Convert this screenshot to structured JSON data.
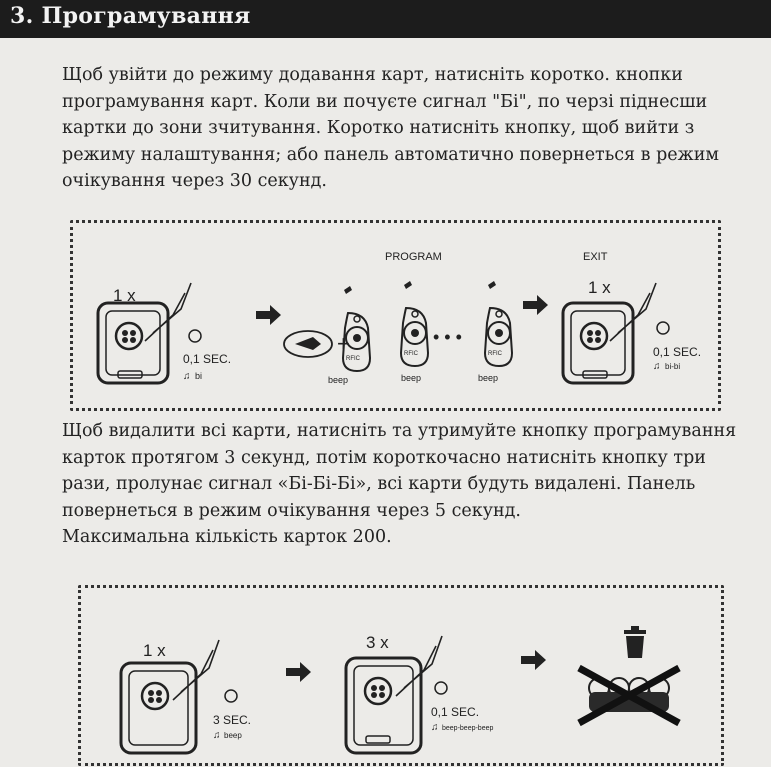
{
  "header": {
    "title": "3. Програмування"
  },
  "section1": {
    "lines": [
      "Щоб увійти до режиму додавання карт, натисніть коротко. кнопки",
      "програмування карт. Коли ви почуєте сигнал \"Бі\", по черзі піднесши",
      "картки до зони зчитування. Коротко натисніть кнопку, щоб вийти з",
      "режиму налаштування; або панель автоматично повернеться в режим",
      "очікування через 30 секунд."
    ]
  },
  "diagram1": {
    "press_count": "1 x",
    "time": "0,1 SEC.",
    "sound": "bi",
    "program_label": "PROGRAM",
    "exit_label": "EXIT",
    "card_label": "RFIC",
    "card_sound": "beep",
    "exit_press_count": "1 x",
    "exit_time": "0,1 SEC.",
    "exit_sound": "bi-bi"
  },
  "section2": {
    "lines": [
      "Щоб видалити всі карти, натисніть та утримуйте кнопку програмування",
      "карток протягом 3 секунд, потім короткочасно натисніть кнопку три",
      "рази, пролунає сигнал «Бі-Бі-Бі», всі карти будуть видалені. Панель",
      "повернеться в режим очікування через 5 секунд.",
      "Максимальна кількість карток 200."
    ]
  },
  "diagram2": {
    "press_count": "1 x",
    "hold_time": "3 SEC.",
    "hold_sound": "beep",
    "triple_count": "3 x",
    "triple_time": "0,1 SEC.",
    "triple_sound": "beep-beep-beep"
  }
}
